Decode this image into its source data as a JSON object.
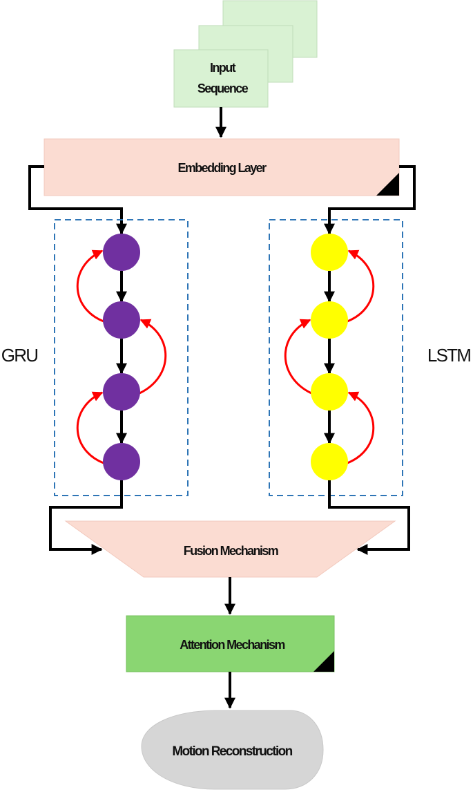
{
  "input": {
    "line1": "Input",
    "line2": "Sequence"
  },
  "embedding": {
    "label": "Embedding Layer"
  },
  "gru": {
    "label": "GRU"
  },
  "lstm": {
    "label": "LSTM"
  },
  "fusion": {
    "label": "Fusion Mechanism"
  },
  "attention": {
    "label": "Attention Mechanism"
  },
  "output": {
    "label": "Motion Reconstruction"
  },
  "colors": {
    "input_fill": "#d9f2d3",
    "embedding_fill": "#fbdcd2",
    "fusion_fill": "#fbdcd2",
    "attention_fill": "#8ad672",
    "output_fill": "#d6d6d6",
    "gru_node": "#7030a0",
    "lstm_node": "#ffff00",
    "recurrent_arrow": "#ff0000",
    "dashed_box": "#2e75b6",
    "flow_arrow": "#000000"
  }
}
